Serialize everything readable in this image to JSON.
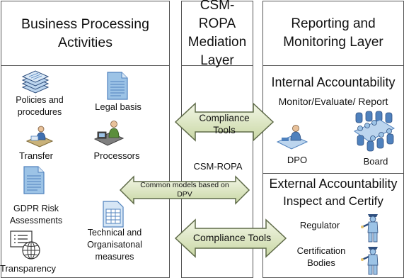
{
  "columns": {
    "business": {
      "title": "Business Processing Activities"
    },
    "mediation": {
      "title": "CSM-ROPA Mediation Layer"
    },
    "reporting": {
      "title": "Reporting and Monitoring Layer"
    }
  },
  "business_items": {
    "policies": "Policies and procedures",
    "legal": "Legal basis",
    "transfer": "Transfer",
    "processors": "Processors",
    "gdpr": "GDPR Risk Assessments",
    "technical": "Technical and Organisatonal measures",
    "transparency": "Transparency"
  },
  "mediation": {
    "center_label": "CSM-ROPA",
    "arrow_top_label": "Compliance Tools",
    "arrow_middle_label": "Common models based on DPV",
    "arrow_bottom_label": "Compliance Tools"
  },
  "internal": {
    "title": "Internal Accountability",
    "subtitle": "Monitor/Evaluate/ Report",
    "dpo": "DPO",
    "board": "Board"
  },
  "external": {
    "title": "External Accountability",
    "subtitle": "Inspect and Certify",
    "regulator": "Regulator",
    "certification": "Certification Bodies"
  },
  "colors": {
    "border": "#555555",
    "arrow_fill_start": "#eef3de",
    "arrow_fill_end": "#c5d49c",
    "arrow_stroke": "#5f6b49",
    "icon_blue": "#4f81bd",
    "icon_light_blue": "#bcd5ee"
  }
}
